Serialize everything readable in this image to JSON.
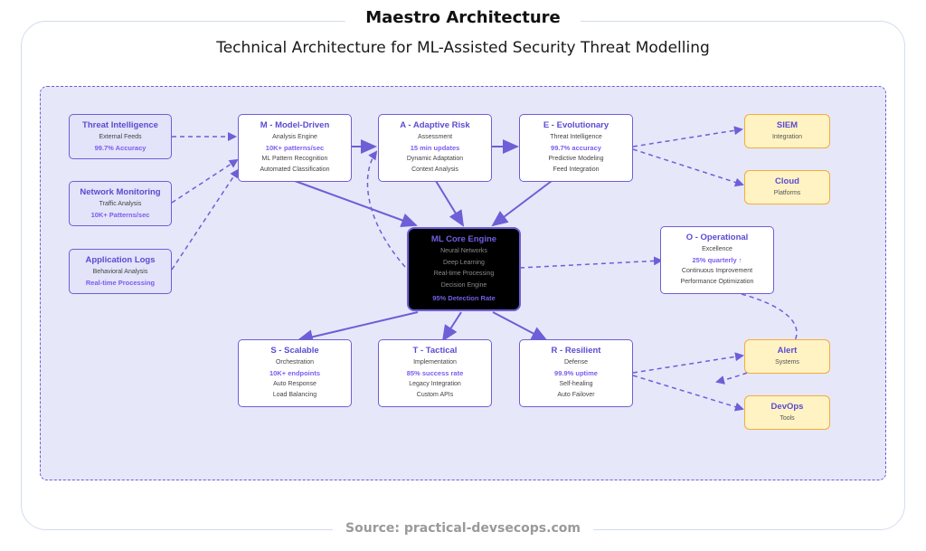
{
  "header": {
    "title": "Maestro Architecture",
    "subtitle": "Technical Architecture for ML-Assisted Security Threat Modelling"
  },
  "footer": {
    "source": "Source: practical-devsecops.com"
  },
  "colors": {
    "accent": "#6d5fd6",
    "metric": "#7b5cf0",
    "canvas_bg": "#e7e7fa",
    "core_bg": "#000000",
    "output_bg": "#fff3c4",
    "output_border": "#f4ac3c"
  },
  "inputs": [
    {
      "title": "Threat Intelligence",
      "subtitle": "External Feeds",
      "metric": "99.7% Accuracy"
    },
    {
      "title": "Network Monitoring",
      "subtitle": "Traffic Analysis",
      "metric": "10K+ Patterns/sec"
    },
    {
      "title": "Application Logs",
      "subtitle": "Behavioral Analysis",
      "metric": "Real-time Processing"
    }
  ],
  "maestro": {
    "m": {
      "title": "M - Model-Driven",
      "subtitle": "Analysis Engine",
      "metric": "10K+ patterns/sec",
      "features": [
        "ML Pattern Recognition",
        "Automated Classification"
      ]
    },
    "a": {
      "title": "A - Adaptive Risk",
      "subtitle": "Assessment",
      "metric": "15 min updates",
      "features": [
        "Dynamic Adaptation",
        "Context Analysis"
      ]
    },
    "e": {
      "title": "E - Evolutionary",
      "subtitle": "Threat Intelligence",
      "metric": "99.7% accuracy",
      "features": [
        "Predictive Modeling",
        "Feed Integration"
      ]
    },
    "s": {
      "title": "S - Scalable",
      "subtitle": "Orchestration",
      "metric": "10K+ endpoints",
      "features": [
        "Auto Response",
        "Load Balancing"
      ]
    },
    "t": {
      "title": "T - Tactical",
      "subtitle": "Implementation",
      "metric": "85% success rate",
      "features": [
        "Legacy Integration",
        "Custom APIs"
      ]
    },
    "r": {
      "title": "R - Resilient",
      "subtitle": "Defense",
      "metric": "99.9% uptime",
      "features": [
        "Self-healing",
        "Auto Failover"
      ]
    },
    "o": {
      "title": "O - Operational",
      "subtitle": "Excellence",
      "metric": "25% quarterly ↑",
      "features": [
        "Continuous Improvement",
        "Performance Optimization"
      ]
    }
  },
  "core": {
    "title": "ML Core Engine",
    "features": [
      "Neural Networks",
      "Deep Learning",
      "Real-time Processing",
      "Decision Engine"
    ],
    "metric": "95% Detection Rate"
  },
  "outputs": [
    {
      "title": "SIEM",
      "subtitle": "Integration"
    },
    {
      "title": "Cloud",
      "subtitle": "Platforms"
    },
    {
      "title": "Alert",
      "subtitle": "Systems"
    },
    {
      "title": "DevOps",
      "subtitle": "Tools"
    }
  ]
}
